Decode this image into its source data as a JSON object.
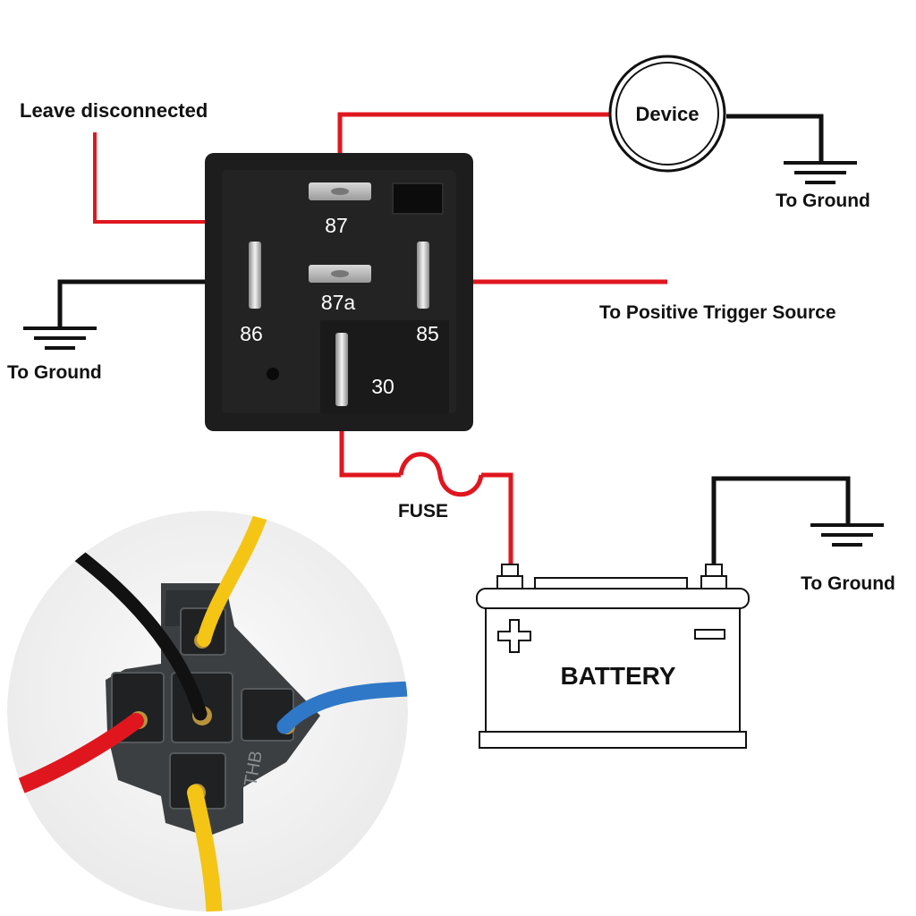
{
  "labels": {
    "leave_disconnected": "Leave disconnected",
    "device": "Device",
    "to_ground_device": "To Ground",
    "to_positive_trigger": "To Positive Trigger Source",
    "to_ground_left": "To Ground",
    "fuse": "FUSE",
    "to_ground_battery": "To Ground",
    "battery": "BATTERY",
    "socket_marking": "THB"
  },
  "pins": {
    "p87": "87",
    "p87a": "87a",
    "p86": "86",
    "p85": "85",
    "p30": "30"
  },
  "colors": {
    "wire_red": "#e0161e",
    "wire_black": "#111111",
    "wire_yellow": "#f4c514",
    "wire_blue": "#2f78c8",
    "relay_body": "#1d1d1d"
  },
  "icons": {
    "ground": "ground-symbol-icon",
    "fuse": "fuse-symbol-icon",
    "battery": "battery-icon",
    "relay": "relay-icon"
  }
}
